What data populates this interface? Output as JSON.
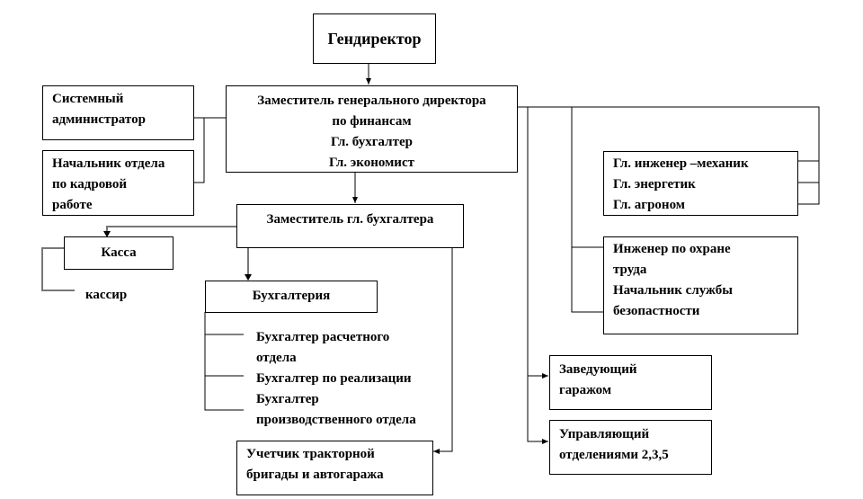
{
  "title": "Гендиректор",
  "deputy": [
    "Заместитель генерального директора",
    "по финансам",
    "Гл. бухгалтер",
    "Гл. экономист"
  ],
  "sysadmin": [
    "Системный",
    "администратор"
  ],
  "hr": [
    "Начальник отдела",
    "по кадровой",
    "работе"
  ],
  "deputy_accountant": "Заместитель гл. бухгалтера",
  "cash": "Касса",
  "cashier": "кассир",
  "accounting": "Бухгалтерия",
  "accountants": [
    "Бухгалтер расчетного",
    "отдела",
    "Бухгалтер по реализации",
    "Бухгалтер",
    "производственного отдела"
  ],
  "tractor": [
    "Учетчик тракторной",
    "бригады и автогаража"
  ],
  "engineers": [
    "Гл. инженер –механик",
    "Гл. энергетик",
    "Гл. агроном"
  ],
  "safety": [
    "Инженер по охране",
    "труда",
    "Начальник службы",
    "безопастности"
  ],
  "garage": [
    "Заведующий",
    "гаражом"
  ],
  "divisions": [
    "Управляющий",
    "отделениями 2,3,5"
  ]
}
